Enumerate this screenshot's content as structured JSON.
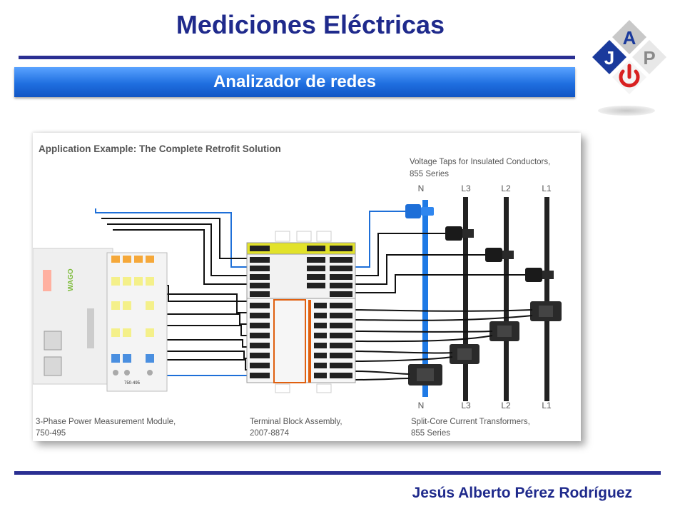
{
  "header": {
    "title": "Mediciones Eléctricas",
    "subtitle": "Analizador de redes"
  },
  "logo": {
    "letters": [
      "A",
      "J",
      "P"
    ]
  },
  "figure": {
    "heading": "Application Example: The Complete Retrofit Solution",
    "voltage_taps_caption": [
      "Voltage Taps for Insulated Conductors,",
      "855 Series"
    ],
    "module_caption": [
      "3-Phase Power Measurement Module,",
      "750-495"
    ],
    "terminal_caption": [
      "Terminal Block Assembly,",
      "2007-8874"
    ],
    "ct_caption": [
      "Split-Core Current Transformers,",
      "855 Series"
    ],
    "conductor_labels": [
      "N",
      "L3",
      "L2",
      "L1"
    ],
    "module_text": "750-495"
  },
  "footer": {
    "author": "Jesús Alberto Pérez Rodríguez"
  },
  "colors": {
    "title": "#1f2a8c",
    "banner": "#1f6fe0",
    "neutral": "#1e7ae6",
    "wire": "#111111"
  }
}
